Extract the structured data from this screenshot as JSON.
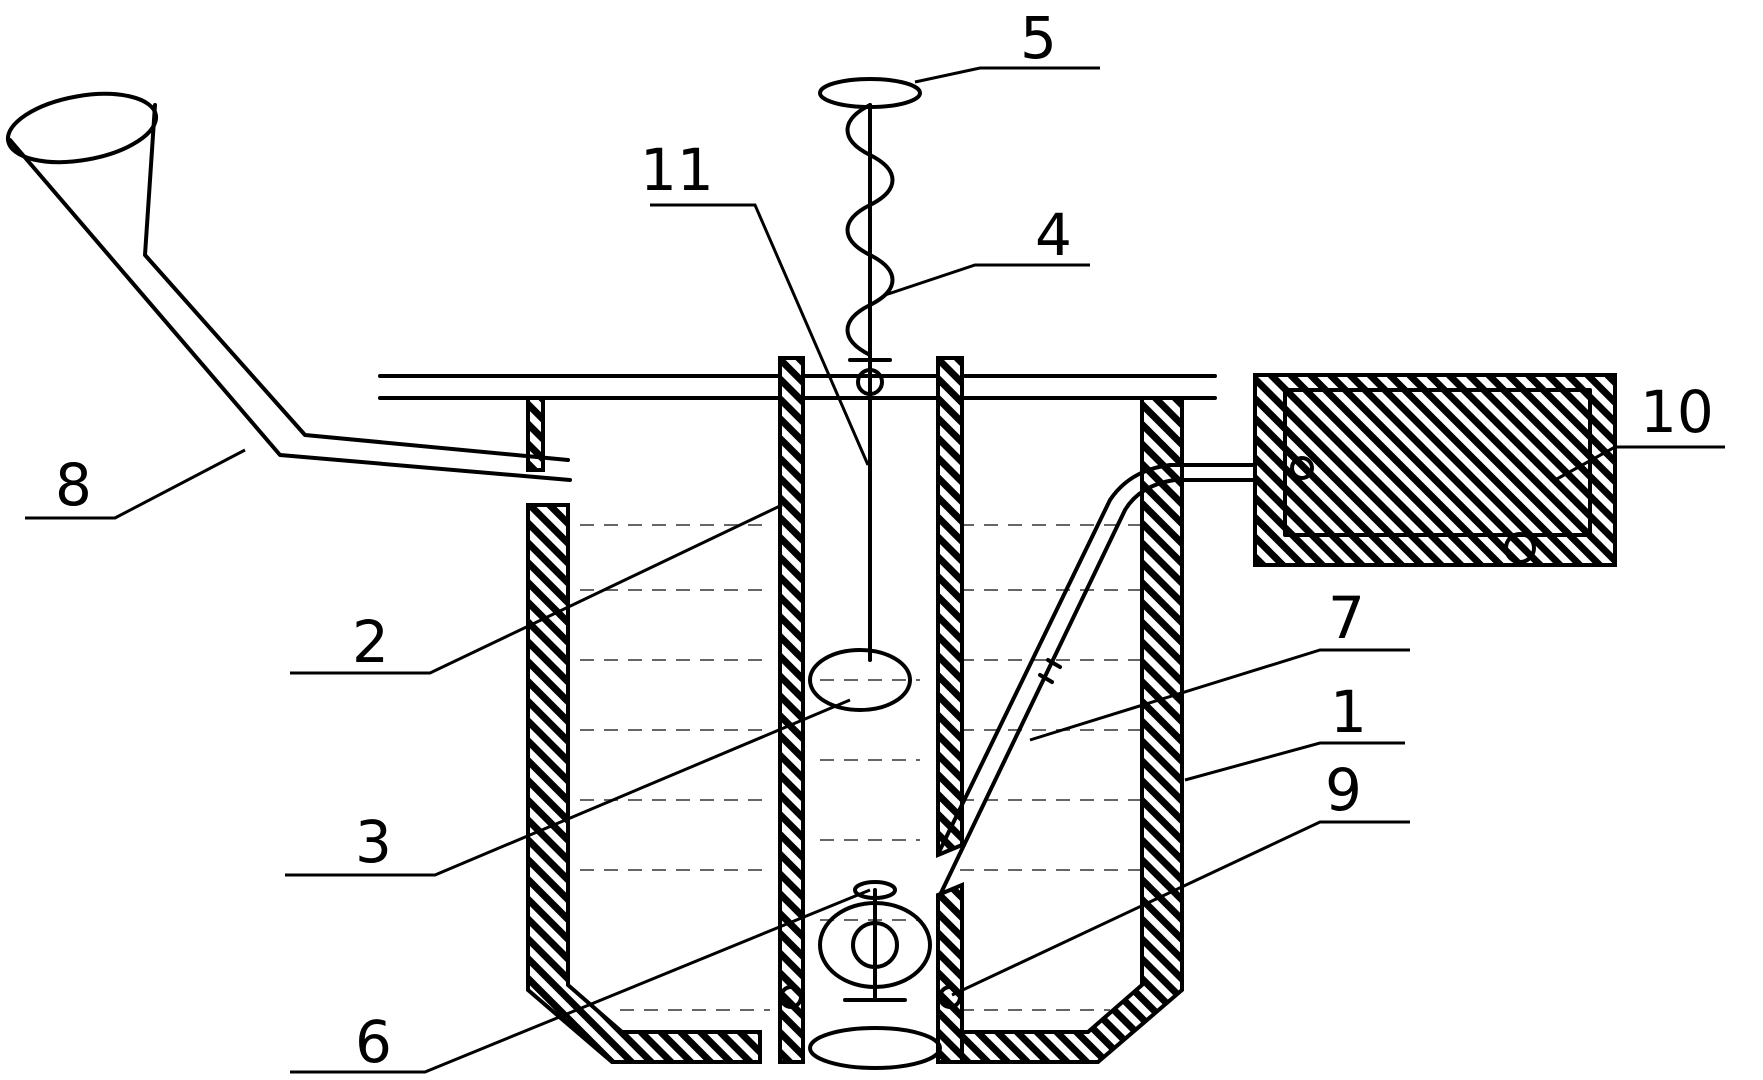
{
  "labels": {
    "l1": "1",
    "l2": "2",
    "l3": "3",
    "l4": "4",
    "l5": "5",
    "l6": "6",
    "l7": "7",
    "l8": "8",
    "l9": "9",
    "l10": "10",
    "l11": "11"
  },
  "colors": {
    "line": "#000000",
    "background": "#ffffff"
  }
}
